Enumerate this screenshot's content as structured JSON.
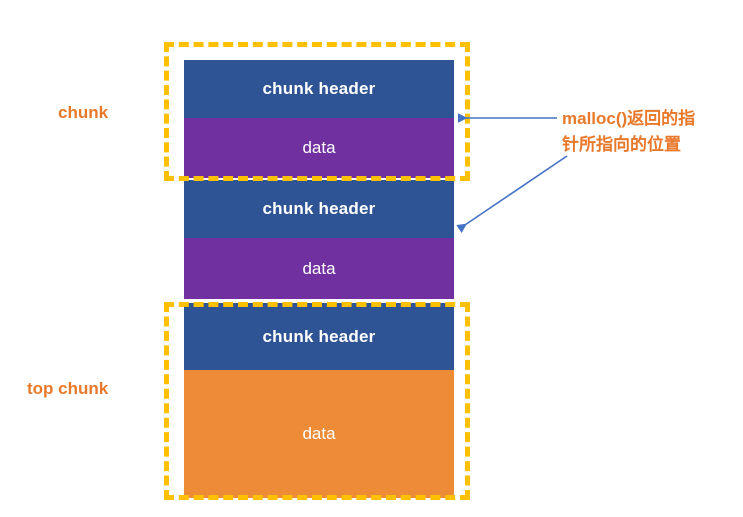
{
  "diagram": {
    "title": "heap chunk layout",
    "colors": {
      "chunk_header": "#2F5496",
      "chunk_data": "#7030A0",
      "top_chunk_data": "#ED8B37",
      "dashed_outline": "#FFC000",
      "label_text": "#E8792B",
      "connector": "#4472C4",
      "block_text": "#FFFFFF",
      "background": "#FFFFFF"
    },
    "blocks": [
      {
        "id": "hdr1",
        "label": "chunk header",
        "kind": "header"
      },
      {
        "id": "dat1",
        "label": "data",
        "kind": "data"
      },
      {
        "id": "hdr2",
        "label": "chunk header",
        "kind": "header"
      },
      {
        "id": "dat2",
        "label": "data",
        "kind": "data"
      },
      {
        "id": "hdr3",
        "label": "chunk header",
        "kind": "header"
      },
      {
        "id": "dat3",
        "label": "data",
        "kind": "top-data"
      }
    ],
    "side_labels": [
      {
        "id": "chunk",
        "label": "chunk"
      },
      {
        "id": "top-chunk",
        "label": "top chunk"
      }
    ],
    "annotations": [
      {
        "id": "malloc-pointer",
        "text": "malloc()返回的指针所指向的位置",
        "lines": [
          "malloc()返回的指",
          "针所指向的位置"
        ],
        "points_to": [
          "data-block-1-top",
          "data-block-2-top"
        ]
      }
    ]
  }
}
